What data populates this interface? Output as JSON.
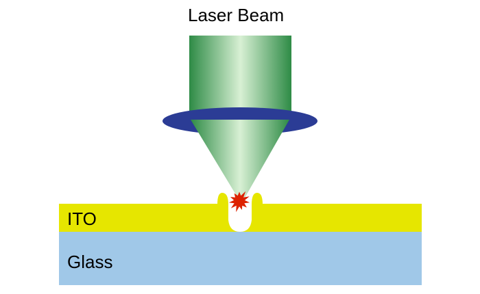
{
  "title": "Laser Beam",
  "layers": {
    "ito": {
      "label": "ITO",
      "color": "#e6e600"
    },
    "glass": {
      "label": "Glass",
      "color": "#a0c8e8"
    }
  },
  "beam": {
    "edge_color": "#2e8b46",
    "center_color": "#d8f0d4"
  },
  "lens": {
    "color": "#2b3c95"
  },
  "spark": {
    "color": "#dd2200"
  }
}
